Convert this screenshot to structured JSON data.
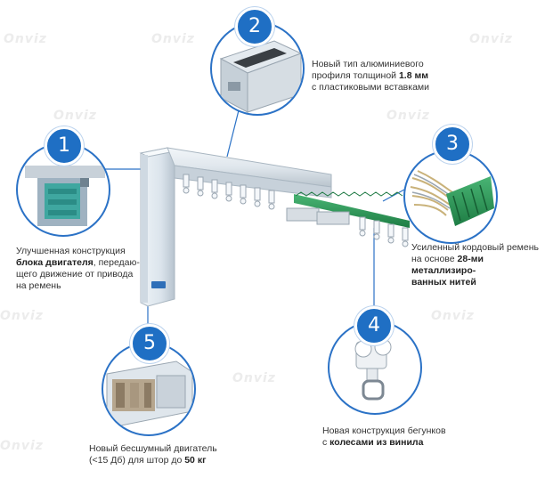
{
  "watermark": "Onviz",
  "callouts": [
    {
      "num": "1",
      "lines": [
        "Улучшенная конструкция",
        "",
        "щего движение от привода",
        "на ремень"
      ],
      "bold_part": "блока двигателя",
      "after_bold": ", передаю-"
    },
    {
      "num": "2",
      "lines": [
        "Новый тип алюминиевого",
        "профиля толщиной ",
        "с пластиковыми вставками"
      ],
      "bold_part": "1.8 мм"
    },
    {
      "num": "3",
      "lines": [
        "Усиленный кордовый ремень",
        "на основе ",
        "ванных  нитей"
      ],
      "bold_part": "28-ми металлизиро-"
    },
    {
      "num": "4",
      "lines": [
        "Новая конструкция бегунков",
        "с "
      ],
      "bold_part": "колесами из винила"
    },
    {
      "num": "5",
      "lines": [
        "Новый бесшумный двигатель",
        "(<15 Дб) для штор до "
      ],
      "bold_part": "50 кг"
    }
  ]
}
